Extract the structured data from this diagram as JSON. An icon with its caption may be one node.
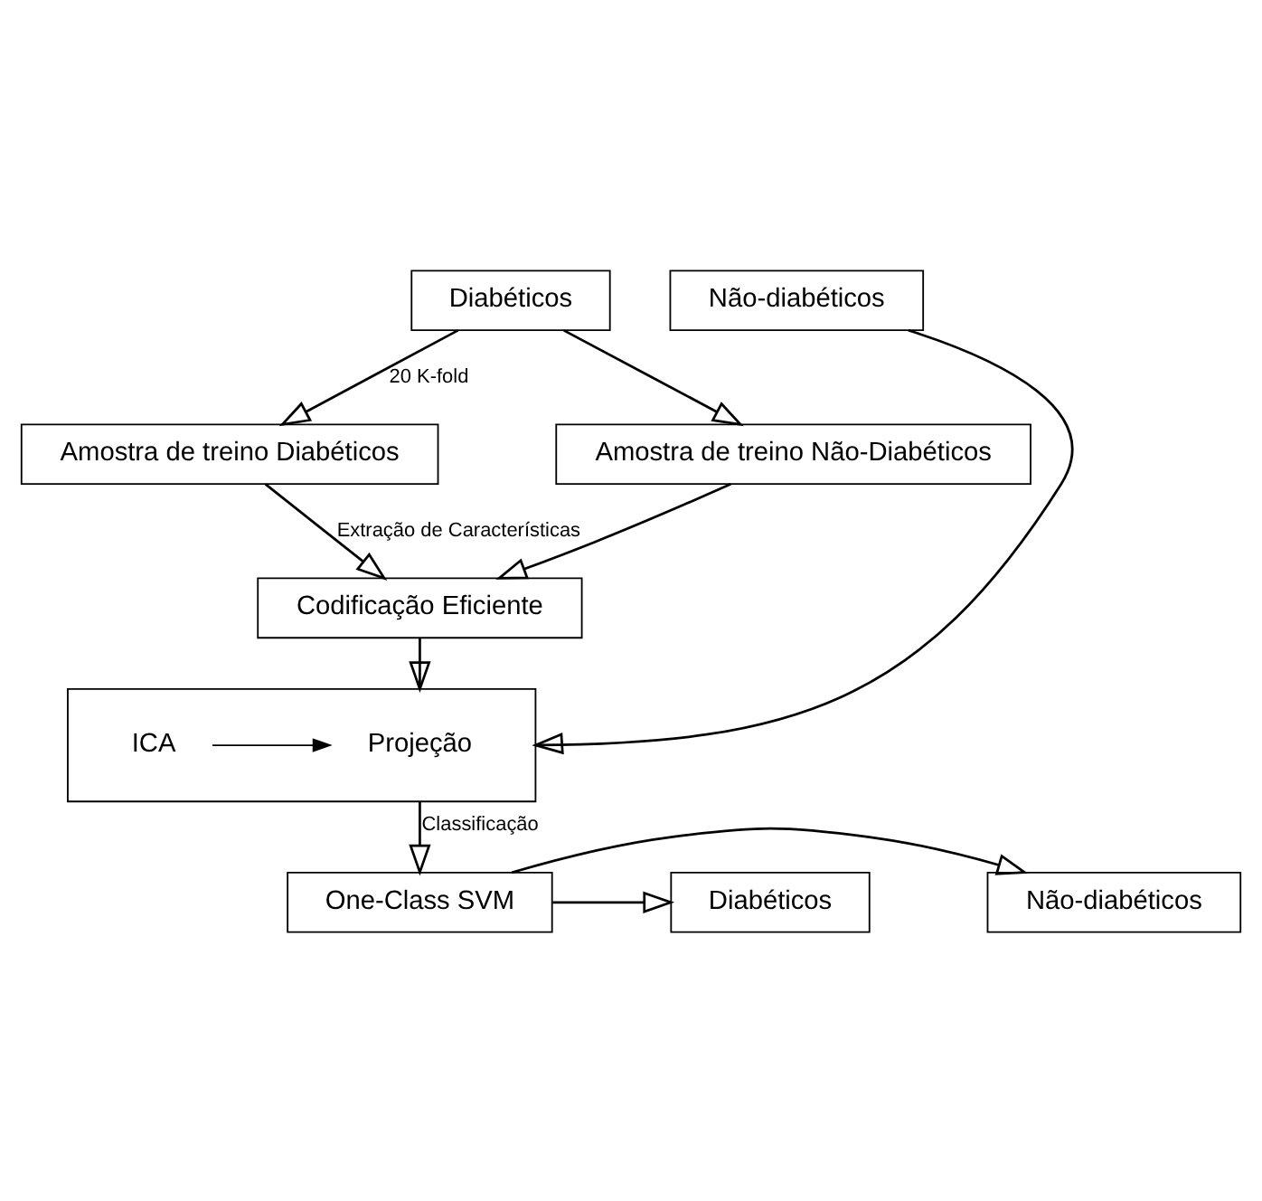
{
  "diagram": {
    "nodes": [
      {
        "text": [
          "Diabéticos"
        ]
      },
      {
        "text": [
          "Não-diabéticos"
        ]
      },
      {
        "text": [
          "Amostra de treino Diabéticos"
        ]
      },
      {
        "text": [
          "Amostra de treino Não-Diabéticos"
        ]
      },
      {
        "text": [
          "Codificação Eficiente"
        ]
      },
      {
        "text": [],
        "shape": "box"
      },
      {
        "text": [
          "ICA"
        ],
        "in": 5
      },
      {
        "text": [
          "Projeção"
        ],
        "in": 5
      },
      {
        "text": [
          "One-Class SVM"
        ]
      },
      {
        "text": [
          "Diabéticos"
        ]
      },
      {
        "text": [
          "Não-diabéticos"
        ]
      }
    ],
    "edges": [
      {
        "from": 0,
        "to": 2,
        "arrow": "to",
        "label": "20 K-fold"
      },
      {
        "from": 0,
        "to": 3,
        "arrow": "to"
      },
      {
        "from": 2,
        "to": 4,
        "arrow": "to",
        "label": "Extração de Características"
      },
      {
        "from": 3,
        "to": 4,
        "arrow": "to"
      },
      {
        "from": 4,
        "to": 5,
        "arrow": "to"
      },
      {
        "from": 6,
        "to": 7,
        "arrow": "to"
      },
      {
        "from": 1,
        "to": 5,
        "arrow": "to"
      },
      {
        "from": 5,
        "to": 8,
        "arrow": "to",
        "label": "Classificação"
      },
      {
        "from": 8,
        "to": 9,
        "arrow": "to"
      },
      {
        "from": 8,
        "to": 10,
        "arrow": "to"
      }
    ]
  }
}
